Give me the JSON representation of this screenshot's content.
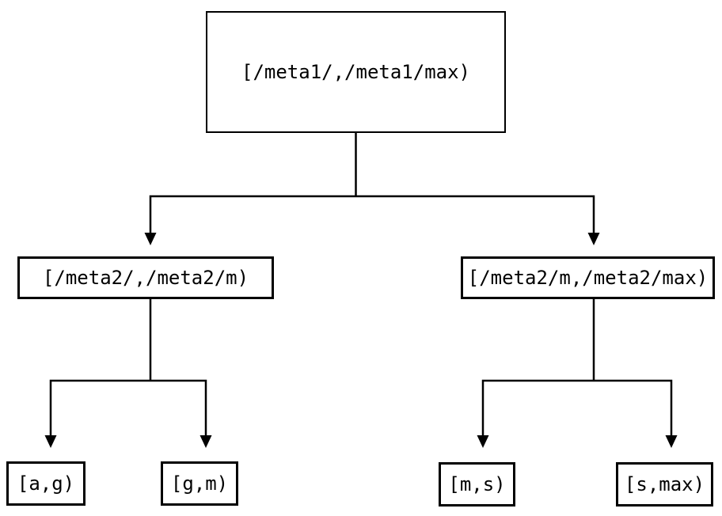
{
  "diagram": {
    "type": "tree",
    "colors": {
      "background": "#ffffff",
      "line": "#000000",
      "text": "#000000",
      "node_background": "#ffffff"
    },
    "nodes": {
      "root": {
        "label": "[/meta1/,/meta1/max)"
      },
      "meta2_low": {
        "label": "[/meta2/,/meta2/m)"
      },
      "meta2_high": {
        "label": "[/meta2/m,/meta2/max)"
      },
      "leaf_a_g": {
        "label": "[a,g)"
      },
      "leaf_g_m": {
        "label": "[g,m)"
      },
      "leaf_m_s": {
        "label": "[m,s)"
      },
      "leaf_s_max": {
        "label": "[s,max)"
      }
    },
    "edges": [
      {
        "from": "root",
        "to": "meta2_low"
      },
      {
        "from": "root",
        "to": "meta2_high"
      },
      {
        "from": "meta2_low",
        "to": "leaf_a_g"
      },
      {
        "from": "meta2_low",
        "to": "leaf_g_m"
      },
      {
        "from": "meta2_high",
        "to": "leaf_m_s"
      },
      {
        "from": "meta2_high",
        "to": "leaf_s_max"
      }
    ]
  }
}
